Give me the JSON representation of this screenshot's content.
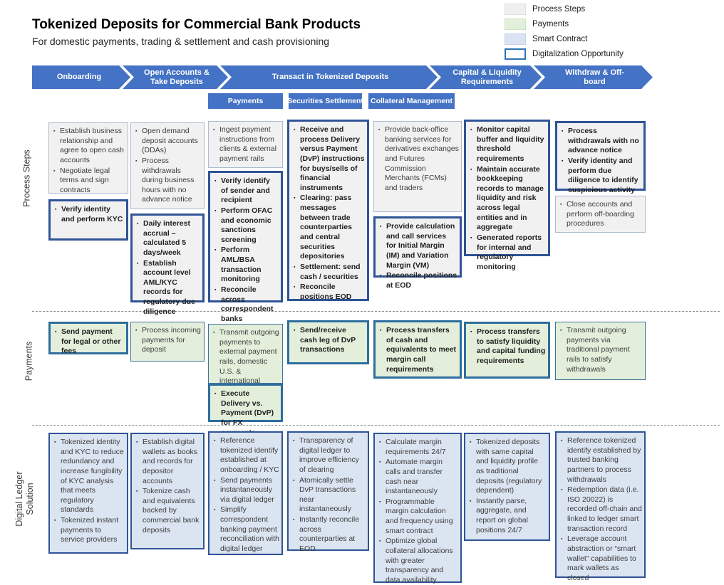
{
  "title": "Tokenized Deposits for Commercial Bank Products",
  "subtitle": "For domestic payments, trading & settlement and cash provisioning",
  "colors": {
    "chevron_blue": "#4472C4",
    "process_steps_fill": "#F1F1F2",
    "payments_fill": "#E3EFDB",
    "smart_contract_fill": "#DBE4F1",
    "digitalization_border": "#2F5496"
  },
  "legend": {
    "items": [
      {
        "label": "Process Steps",
        "fill": "#EFEFEF",
        "border": "#DFDFDF"
      },
      {
        "label": "Payments",
        "fill": "#E2EFDA",
        "border": "#CDE3BD"
      },
      {
        "label": "Smart Contract",
        "fill": "#DAE3F3",
        "border": "#C4D2EA"
      },
      {
        "label": "Digitalization Opportunity",
        "fill": "#FFFFFF",
        "border": "#2E74B5"
      }
    ]
  },
  "chevrons": [
    "Onboarding",
    "Open Accounts & Take Deposits",
    "Transact in Tokenized Deposits",
    "Capital & Liquidity Requirements",
    "Withdraw & Off-board"
  ],
  "transact_tabs": [
    "Payments",
    "Securities Settlement",
    "Collateral Management"
  ],
  "lanes": {
    "process_steps": {
      "label": "Process Steps",
      "boxes": [
        {
          "digitalization": false,
          "items": [
            "Establish business relationship and agree to open cash accounts",
            "Negotiate legal terms and sign contracts"
          ]
        },
        {
          "digitalization": true,
          "items": [
            "Verify identity and perform KYC"
          ]
        },
        {
          "digitalization": false,
          "items": [
            "Open demand deposit accounts (DDAs)",
            "Process withdrawals during business hours with no advance notice"
          ]
        },
        {
          "digitalization": true,
          "items": [
            "Daily interest accrual – calculated 5 days/week",
            "Establish account level AML/KYC records for regulatory due diligence"
          ]
        },
        {
          "digitalization": false,
          "items": [
            "Ingest payment instructions from clients & external payment rails"
          ]
        },
        {
          "digitalization": true,
          "items": [
            "Verify identify of sender and recipient",
            "Perform OFAC and economic sanctions screening",
            "Perform AML/BSA transaction monitoring",
            "Reconcile across correspondent banks"
          ]
        },
        {
          "digitalization": true,
          "items": [
            "Receive and process Delivery versus Payment (DvP) instructions for buys/sells of financial instruments",
            "Clearing: pass messages between trade counterparties and central securities depositories",
            "Settlement: send cash / securities",
            "Reconcile positions EOD"
          ]
        },
        {
          "digitalization": false,
          "items": [
            "Provide back-office banking services for derivatives exchanges and Futures Commission Merchants (FCMs) and traders"
          ]
        },
        {
          "digitalization": true,
          "items": [
            "Provide calculation and call services for Initial Margin (IM) and Variation Margin (VM)",
            "Reconcile positions at EOD"
          ]
        },
        {
          "digitalization": true,
          "items": [
            "Monitor capital buffer and liquidity threshold requirements",
            "Maintain accurate bookkeeping records to manage liquidity and risk across legal entities and in aggregate",
            "Generated reports for internal and regulatory monitoring"
          ]
        },
        {
          "digitalization": true,
          "items": [
            "Process withdrawals with no advance notice",
            "Verify identity and perform due diligence to identify suspicious activity"
          ]
        },
        {
          "digitalization": false,
          "items": [
            "Close accounts and perform off-boarding procedures"
          ]
        }
      ]
    },
    "payments": {
      "label": "Payments",
      "boxes": [
        {
          "digitalization": true,
          "items": [
            "Send payment for legal or other fees"
          ]
        },
        {
          "digitalization": false,
          "items": [
            "Process incoming payments for deposit"
          ]
        },
        {
          "digitalization": false,
          "items": [
            "Transmit outgoing payments to external payment rails, domestic U.S. & international"
          ]
        },
        {
          "digitalization": true,
          "items": [
            "Execute Delivery vs. Payment (DvP) for FX payments"
          ]
        },
        {
          "digitalization": true,
          "items": [
            "Send/receive cash leg of DvP transactions"
          ]
        },
        {
          "digitalization": true,
          "items": [
            "Process transfers of cash and equivalents to meet margin call requirements"
          ]
        },
        {
          "digitalization": true,
          "items": [
            "Process transfers to satisfy liquidity and capital funding requirements"
          ]
        },
        {
          "digitalization": false,
          "items": [
            "Transmit outgoing payments via traditional payment rails to satisfy withdrawals"
          ]
        }
      ]
    },
    "digital_ledger_solution": {
      "label": "Digital Ledger Solution",
      "boxes": [
        {
          "digitalization": false,
          "items": [
            "Tokenized identity and KYC to reduce redundancy and increase fungibility of KYC analysis that meets regulatory standards",
            "Tokenized instant payments to service providers"
          ]
        },
        {
          "digitalization": false,
          "items": [
            "Establish digital wallets as books and records for depositor accounts",
            "Tokenize cash and equivalents backed by commercial bank deposits"
          ]
        },
        {
          "digitalization": false,
          "items": [
            "Reference tokenized identify established at onboarding / KYC",
            "Send payments instantaneously via digital ledger",
            "Simplify correspondent banking payment reconciliation with digital ledger"
          ]
        },
        {
          "digitalization": false,
          "items": [
            "Transparency of digital ledger to improve efficiency of clearing",
            "Atomically settle DvP transactions near instantaneously",
            "Instantly reconcile across counterparties at EOD"
          ]
        },
        {
          "digitalization": false,
          "items": [
            "Calculate margin requirements 24/7",
            "Automate margin calls and transfer cash near instantaneously",
            "Programmable margin calculation and frequency using smart contract",
            "Optimize global collateral allocations with greater transparency and data availability"
          ]
        },
        {
          "digitalization": false,
          "items": [
            "Tokenized deposits with same capital and liquidity profile as traditional deposits (regulatory dependent)",
            "Instantly parse, aggregate, and report on global positions 24/7"
          ]
        },
        {
          "digitalization": false,
          "items": [
            "Reference tokenized identify established by trusted banking partners to process withdrawals",
            "Redemption data (i.e. ISO 20022) is recorded off-chain and linked to ledger smart transaction record",
            "Leverage account abstraction or “smart wallet” capabilities to mark wallets as closed"
          ]
        }
      ]
    }
  }
}
